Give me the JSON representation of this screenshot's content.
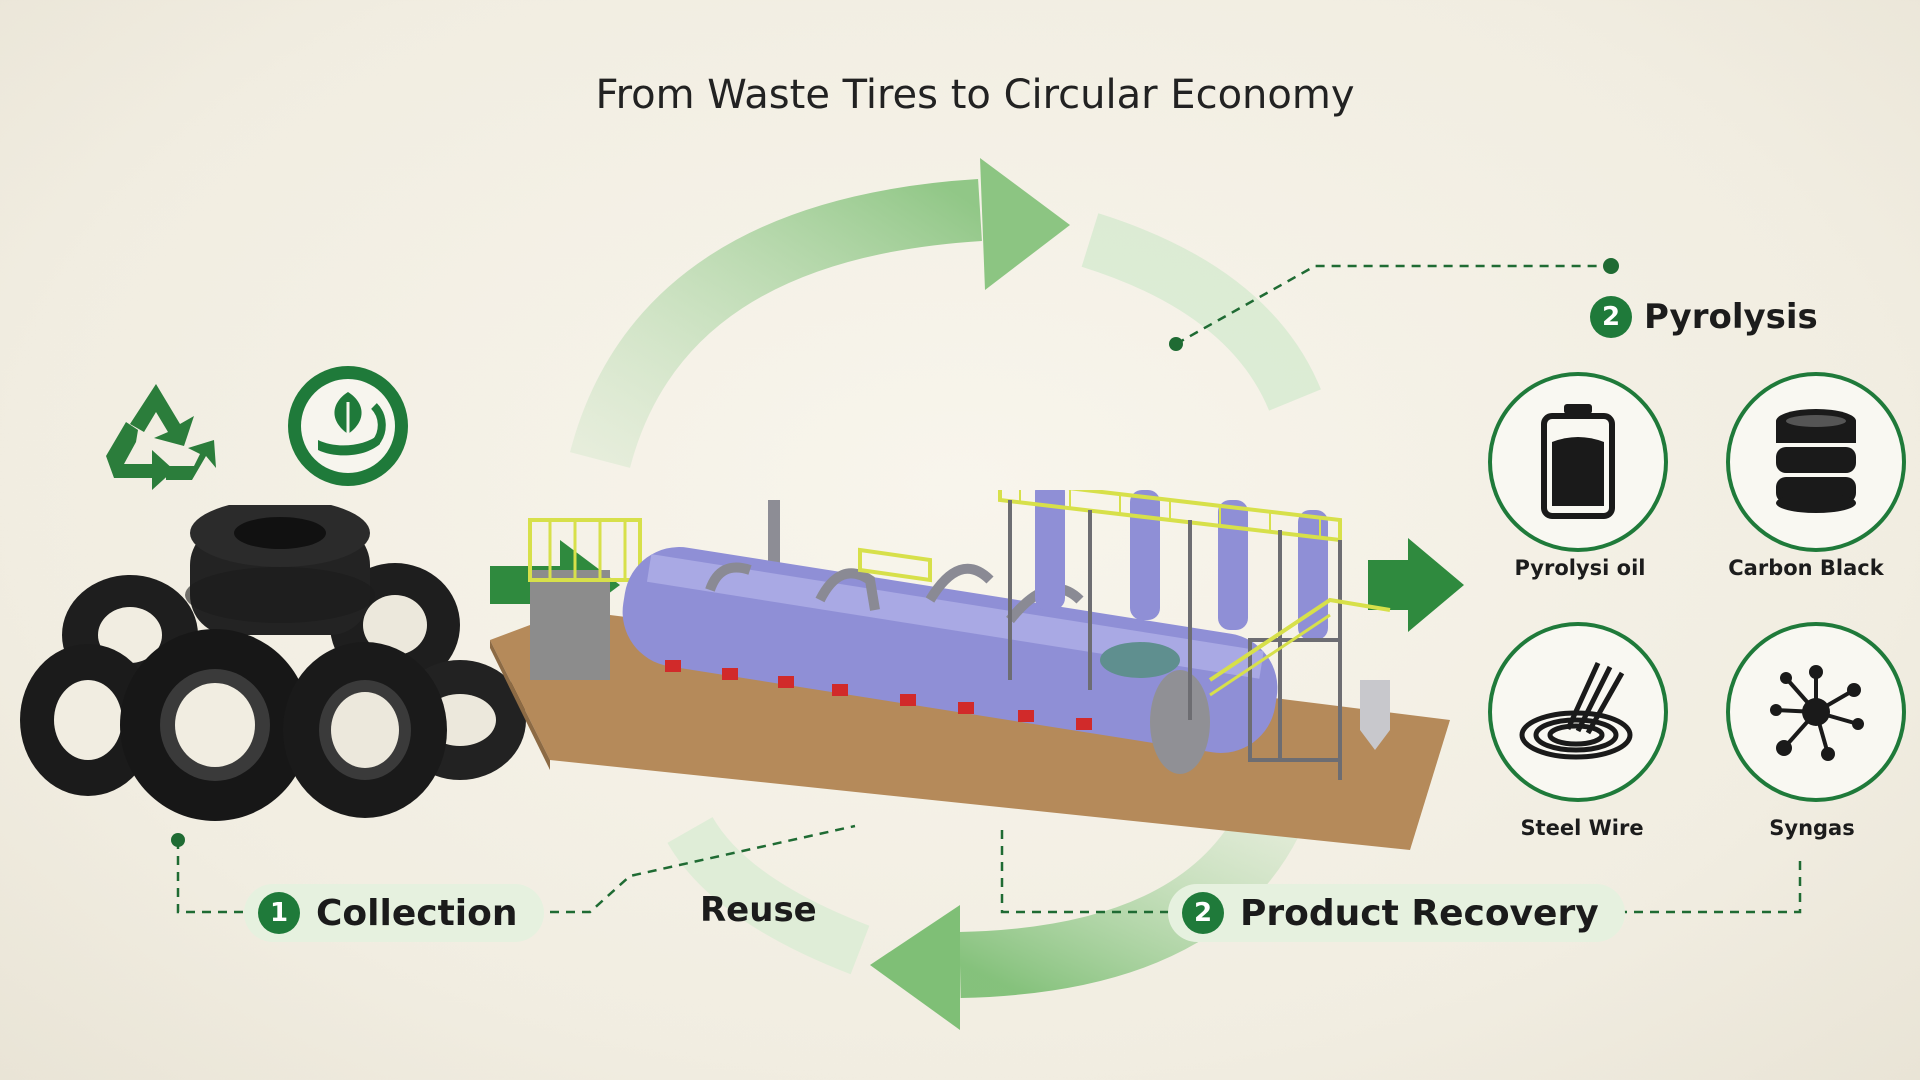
{
  "title": "From Waste Tires to Circular Economy",
  "steps": {
    "collection": {
      "number": "1",
      "label": "Collection"
    },
    "pyrolysis": {
      "number": "2",
      "label": "Pyrolysis"
    },
    "recovery": {
      "number": "2",
      "label": "Product Recovery"
    },
    "reuse": {
      "label": "Reuse"
    }
  },
  "products": [
    {
      "label": "Pyrolysi oil",
      "icon": "oil-container-icon"
    },
    {
      "label": "Carbon Black",
      "icon": "carbon-black-stack-icon"
    },
    {
      "label": "Steel Wire",
      "icon": "steel-wire-coil-icon"
    },
    {
      "label": "Syngas",
      "icon": "syngas-molecule-icon"
    }
  ],
  "colors": {
    "accent": "#1f7a3a",
    "arrow_light": "#a9d3a0",
    "pill_bg": "#e6f1df",
    "machine": "#8f8fd6",
    "railing": "#d7e04a"
  }
}
